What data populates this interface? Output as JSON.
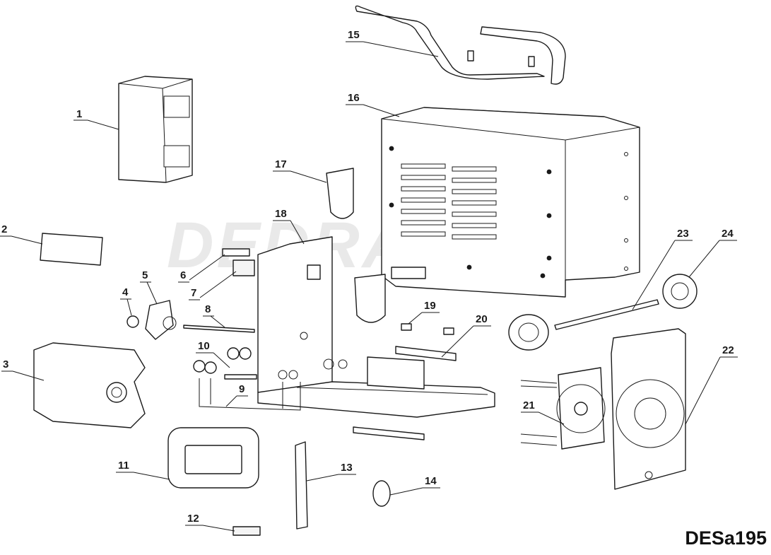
{
  "watermark": "DEDRA",
  "model_code": "DESa195",
  "callouts": [
    "1",
    "2",
    "3",
    "4",
    "5",
    "6",
    "7",
    "8",
    "9",
    "10",
    "11",
    "12",
    "13",
    "14",
    "15",
    "16",
    "17",
    "18",
    "19",
    "20",
    "21",
    "22",
    "23",
    "24"
  ]
}
